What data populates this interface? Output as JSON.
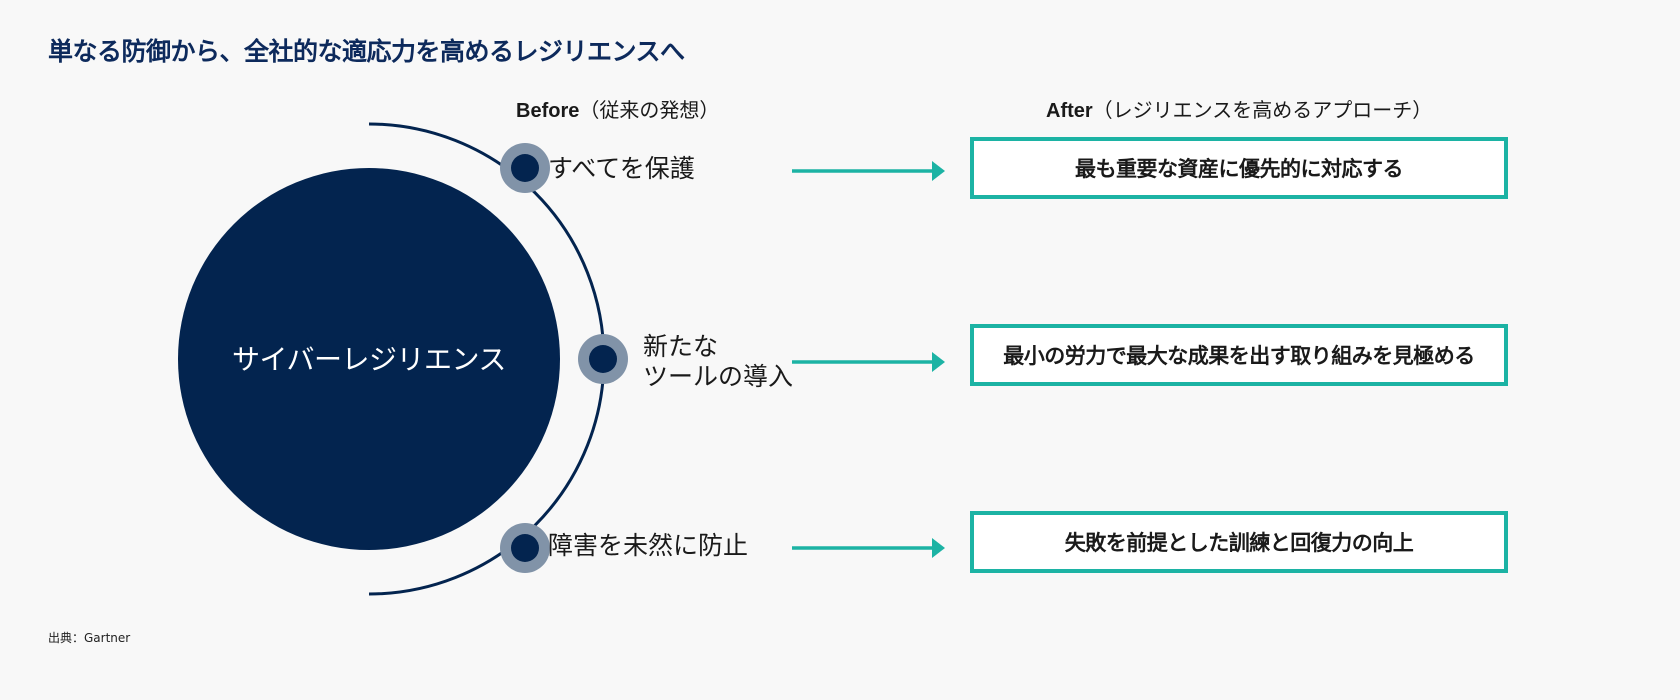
{
  "title": "単なる防御から、全社的な適応力を高めるレジリエンスへ",
  "before_header": {
    "bold": "Before",
    "rest": "（従来の発想）"
  },
  "after_header": {
    "bold": "After",
    "rest": "（レジリエンスを高めるアプローチ）"
  },
  "core": {
    "label": "サイバーレジリエンス"
  },
  "before_items": [
    {
      "line1": "すべてを保護",
      "line2": ""
    },
    {
      "line1": "新たな",
      "line2": "ツールの導入"
    },
    {
      "line1": "障害を未然に防止",
      "line2": ""
    }
  ],
  "after_items": [
    {
      "label": "最も重要な資産に優先的に対応する"
    },
    {
      "label": "最小の労力で最大な成果を出す取り組みを見極める"
    },
    {
      "label": "失敗を前提とした訓練と回復力の向上"
    }
  ],
  "source": "出典：Gartner",
  "colors": {
    "navy": "#03244f",
    "node_ring": "#8193a8",
    "teal": "#1cb3a4",
    "title": "#0d2a5c"
  }
}
